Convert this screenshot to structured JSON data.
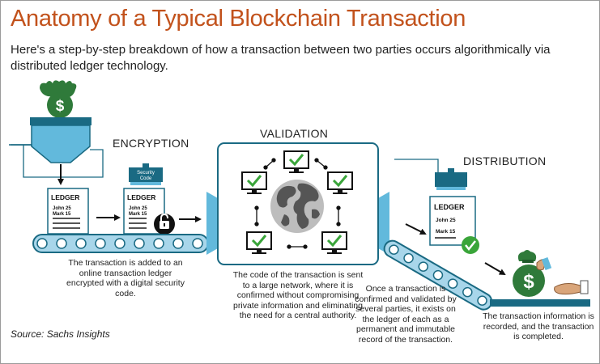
{
  "title": "Anatomy of a Typical Blockchain Transaction",
  "subtitle": "Here's a step-by-step breakdown of how a transaction between two parties occurs algorithmically via distributed ledger technology.",
  "colors": {
    "title": "#c2521c",
    "teal": "#1a6a83",
    "light_blue": "#62b9dc",
    "belt_light": "#a8d6ea",
    "green_check": "#3aa53a",
    "money_green": "#2f7a3a"
  },
  "stages": {
    "encryption": "ENCRYPTION",
    "validation": "VALIDATION",
    "distribution": "DISTRIBUTION"
  },
  "ledgers": {
    "first": {
      "heading": "LEDGER",
      "line1": "John 25",
      "line2": "Mark 15"
    },
    "second": {
      "heading": "LEDGER",
      "line1": "John 25",
      "line2": "Mark 15"
    },
    "third": {
      "heading": "LEDGER",
      "line1": "John 25",
      "line2": "Mark 15"
    }
  },
  "stamp": {
    "line1": "Security",
    "line2": "Code"
  },
  "icons": {
    "money_bag": "dollar-bag-icon",
    "lock": "padlock-icon",
    "globe": "globe-icon",
    "check": "check-icon",
    "hand": "hand-icon",
    "arrow": "arrow-right-icon"
  },
  "captions": {
    "encryption": "The transaction is added to an online transaction ledger encrypted with a digital security code.",
    "validation": "The code of the transaction is sent to a large network, where it is confirmed without compromising private information and eliminating the need for a central authority.",
    "distribution": "Once a transaction is confirmed and validated by several parties, it exists on the ledger of each as a permanent and immutable record of the transaction.",
    "completion": "The transaction information is recorded, and the transaction is completed."
  },
  "source": "Source: Sachs Insights"
}
